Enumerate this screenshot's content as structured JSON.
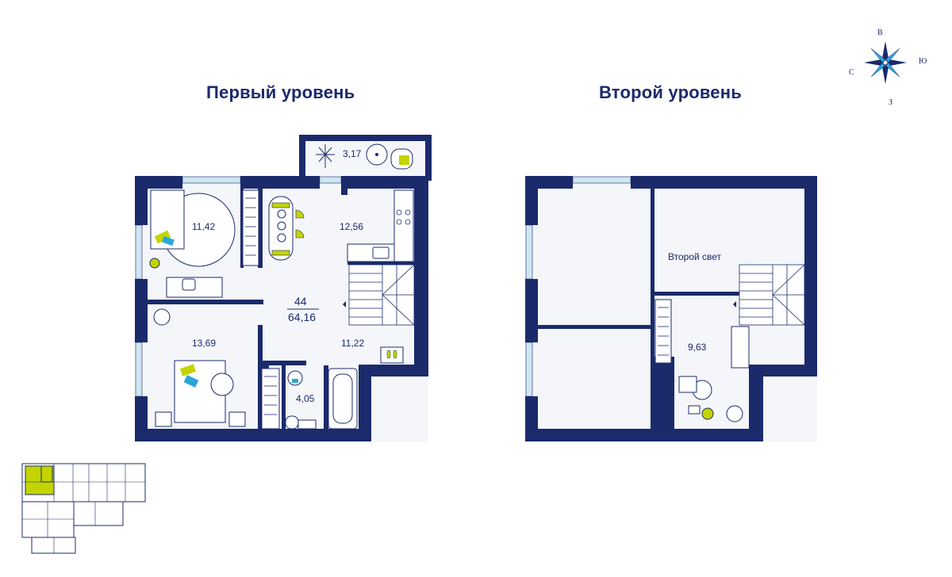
{
  "levels": {
    "first": {
      "title": "Первый уровень"
    },
    "second": {
      "title": "Второй уровень"
    }
  },
  "rooms": {
    "balcony": "3,17",
    "bedroom1": "11,42",
    "kitchen": "12,56",
    "bedroom2": "13,69",
    "hall": "11,22",
    "bath": "4,05",
    "upper_room": "9,63",
    "second_light": "Второй свет"
  },
  "apartment": {
    "number": "44",
    "area": "64,16"
  },
  "compass": {
    "north": "В",
    "east": "Ю",
    "west": "С",
    "south": "З"
  },
  "colors": {
    "wall": "#1b2a6b",
    "accent": "#c3d400",
    "blue_accent": "#2aa6d8",
    "window": "#cfe6f1"
  }
}
